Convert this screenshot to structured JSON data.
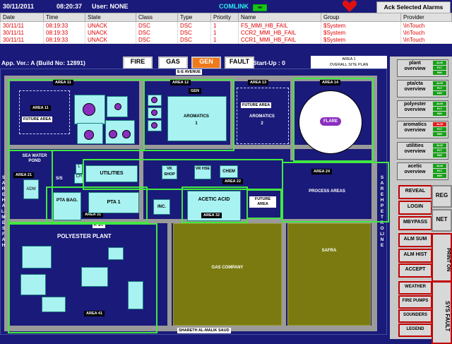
{
  "topbar": {
    "date": "30/11/2011",
    "time": "08:20:37",
    "user": "User:  NONE",
    "comlink": "COMLINK",
    "comlink_led": "on",
    "ack_label": "Ack Selected Alarms"
  },
  "alarms": {
    "headers": [
      "Date",
      "Time",
      "State",
      "Class",
      "Type",
      "Priority",
      "Name",
      "Group",
      "Provider"
    ],
    "rows": [
      [
        "30/11/11",
        "08:19:33",
        "UNACK",
        "DSC",
        "DSC",
        "1",
        "FS_MMI_HB_FAIL",
        "$System",
        "\\InTouch"
      ],
      [
        "30/11/11",
        "08:19:33",
        "UNACK",
        "DSC",
        "DSC",
        "1",
        "CCR2_MMI_HB_FAIL",
        "$System",
        "\\InTouch"
      ],
      [
        "30/11/11",
        "08:19:33",
        "UNACK",
        "DSC",
        "DSC",
        "1",
        "CCR1_MMI_HB_FAIL",
        "$System",
        "\\InTouch"
      ]
    ]
  },
  "header": {
    "app_ver": "App. Ver.: A  (Build No: 12891)",
    "tabs": [
      "FIRE",
      "GAS",
      "GEN",
      "FAULT"
    ],
    "startup": "Start-Up : 0",
    "area1_line1": "AREA 1",
    "area1_line2": "OVERALL SITE PLAN"
  },
  "map": {
    "road_top": "E-E AVENUE",
    "road_bottom": "SHARETH AL-MALIK SAUD",
    "road_left": "SAREH AL-MESFAH",
    "road_right": "SAREH PETROLINE",
    "f_st": "F. ST.",
    "area11": "AREA 11",
    "area11_inner": "AREA 11",
    "future_area_11": "FUTURE AREA",
    "area12": "AREA 12",
    "gen": "GEN",
    "aromatics1": "AROMATICS",
    "aromatics1_num": "1",
    "area13": "AREA 13",
    "future_area_13": "FUTURE AREA",
    "aromatics2": "AROMATICS",
    "aromatics2_num": "2",
    "area14": "AREA 14",
    "flare": "FLARE",
    "area21": "AREA 21",
    "sea_water_pond": "SEA WATER POND",
    "ss": "S/S",
    "l": "L",
    "cr": "CR",
    "s": "S",
    "adm": "ADM",
    "utilities": "UTILITIES",
    "vk_shop": "VK SHOP",
    "vr_hse": "VR HSE",
    "chem": "CHEM",
    "area22": "AREA 22",
    "area24": "AREA 24",
    "process_areas": "PROCESS AREAS",
    "pta_bag": "PTA BAG.",
    "pta1": "PTA 1",
    "area31": "AREA 31",
    "inc": "INC.",
    "acetic_acid": "ACETIC ACID",
    "area32": "AREA 32",
    "future_area_32": "FUTURE AREA",
    "polyester_plant": "POLYESTER PLANT",
    "area41": "AREA 41",
    "gas_company": "GAS COMPANY",
    "safra": "SAFRA"
  },
  "overviews": [
    {
      "label": "plant overview",
      "leds": [
        "ALM",
        "PLT",
        "INH"
      ]
    },
    {
      "label": "pta/cta overview",
      "leds": [
        "ALM",
        "PLT",
        "INH"
      ]
    },
    {
      "label": "polyester overview",
      "leds": [
        "ALM",
        "PLT",
        "INH"
      ]
    },
    {
      "label": "aromatics overview",
      "leds": [
        "ALM",
        "PLT",
        "INH"
      ]
    },
    {
      "label": "utilities overview",
      "leds": [
        "ALM",
        "PLT",
        "INH"
      ]
    },
    {
      "label": "acetic overview",
      "leds": [
        "ALM",
        "PLT",
        "INH"
      ]
    }
  ],
  "buttons": {
    "reveal": "REVEAL",
    "login": "LOGIN",
    "mbypass": "MBYPASS",
    "reg": "REG",
    "net": "NET",
    "alm_sum": "ALM SUM",
    "alm_hist": "ALM HIST",
    "accept": "ACCEPT",
    "print_on": "PRINT ON",
    "weather": "WEATHER",
    "fire_pumps": "FIRE PUMPS",
    "sounders": "SOUNDERS",
    "legend": "LEGEND",
    "sys_fault": "SYS FAULT"
  },
  "colors": {
    "background": "#1a1a7a",
    "alarm_text": "#e00000",
    "area_border": "#42e842",
    "building": "#a8f2f2",
    "tank": "#8a2fbf",
    "gen_active": "#f07a1a",
    "led_alm_active": "#e02020",
    "led_green": "#19a019"
  }
}
